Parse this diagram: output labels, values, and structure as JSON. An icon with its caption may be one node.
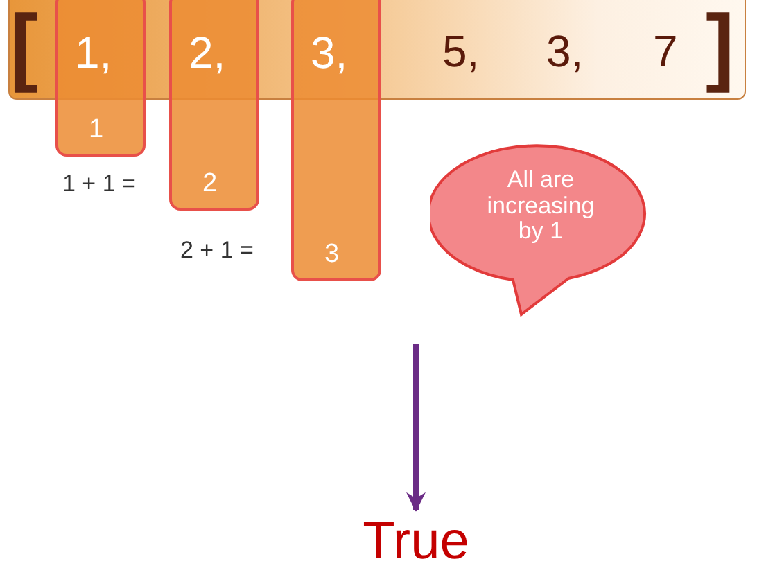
{
  "diagram": {
    "nodes": [
      {
        "text": [
          "[",
          "5,",
          "3,",
          "7",
          "]"
        ]
      },
      {
        "text": [
          "1,",
          "1"
        ]
      },
      {
        "text": [
          "2,",
          "2"
        ]
      },
      {
        "text": [
          "3,",
          "3"
        ]
      },
      {
        "text": [
          "All are increasing by 1"
        ]
      },
      {
        "text": [
          "True"
        ]
      }
    ],
    "edges": [
      {
        "from": null,
        "to": 5,
        "arrow": "to",
        "color": "#6b2c86"
      }
    ],
    "labels": [
      "1 + 1 =",
      "2 + 1 ="
    ]
  }
}
